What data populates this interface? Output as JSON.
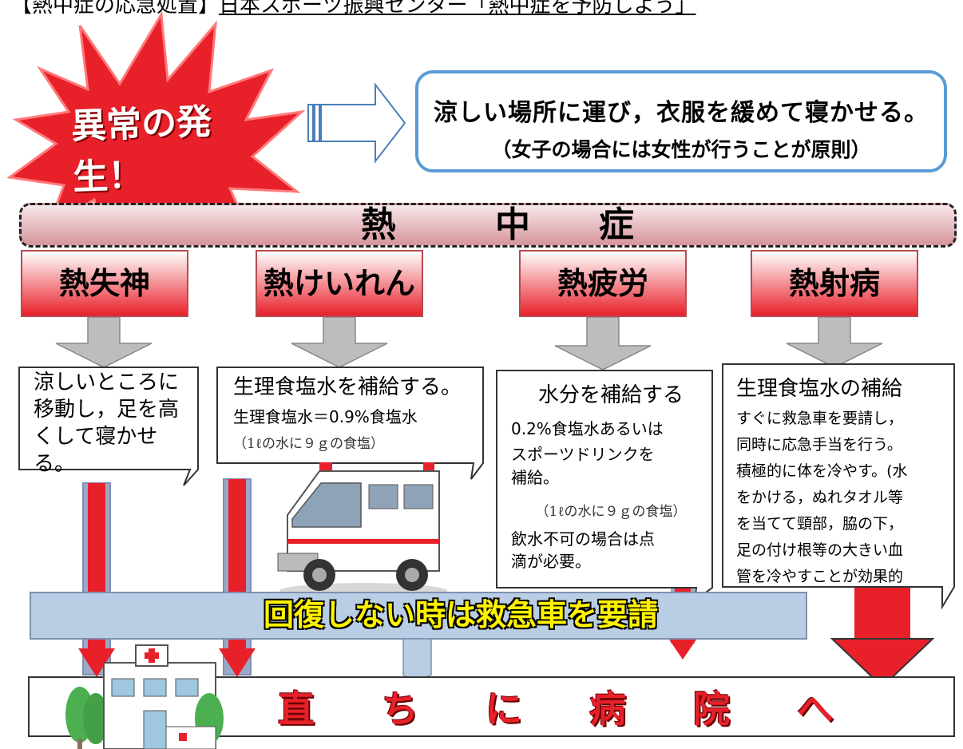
{
  "header": {
    "bracket_title": "【熱中症の応急処置】",
    "source": "日本スポーツ振興センター「熱中症を予防しよう」"
  },
  "burst": {
    "label": "異常の発生！"
  },
  "first_aid": {
    "line1": "涼しい場所に運び，衣服を緩めて寝かせる。",
    "line2": "（女子の場合には女性が行うことが原則）"
  },
  "main_title": [
    "熱",
    "中",
    "症"
  ],
  "categories": [
    {
      "name": "熱失神"
    },
    {
      "name": "熱けいれん"
    },
    {
      "name": "熱疲労"
    },
    {
      "name": "熱射病"
    }
  ],
  "boxes": {
    "syncope": {
      "lines": [
        "涼しいところに",
        "移動し，足を高",
        "くして寝かせ",
        "る。"
      ]
    },
    "cramps": {
      "heading": "生理食塩水を補給する。",
      "saline": "生理食塩水＝0.9%食塩水",
      "note": "（1ℓの水に９ｇの食塩）"
    },
    "exhaustion": {
      "heading": "水分を補給する",
      "l1": "0.2%食塩水あるいは",
      "l2": "スポーツドリンクを",
      "l3": "補給。",
      "note": "（1ℓの水に９ｇの食塩）",
      "l4": "飲水不可の場合は点",
      "l5": "滴が必要。"
    },
    "stroke": {
      "heading": "生理食塩水の補給",
      "lines": [
        "すぐに救急車を要請し，",
        "同時に応急手当を行う。",
        "積極的に体を冷やす。(水",
        "をかける，ぬれタオル等",
        "を当てて頸部，脇の下，",
        "足の付け根等の大きい血",
        "管を冷やすことが効果的"
      ]
    }
  },
  "banner": {
    "text": "回復しない時は救急車を要請"
  },
  "hospital": {
    "chars": [
      "直",
      "ち",
      "に",
      "病",
      "院",
      "へ"
    ]
  },
  "colors": {
    "red": "#e8202a",
    "blue_border": "#5b9bd5",
    "banner_fill": "#b9cde4",
    "yellow_text": "#fff200"
  }
}
